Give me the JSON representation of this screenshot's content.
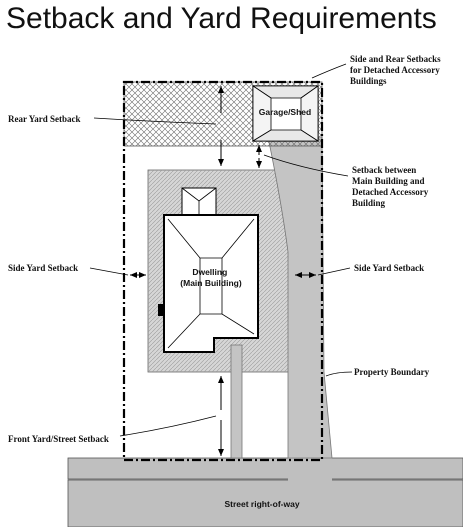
{
  "title": "Setback and Yard Requirements",
  "labels": {
    "side_rear_detached": [
      "Side and Rear Setbacks",
      "for Detached Accessory",
      "Buildings"
    ],
    "rear_yard": "Rear Yard Setback",
    "garage": "Garage/Shed",
    "between": [
      "Setback between",
      "Main Building and",
      "Detached Accessory",
      "Building"
    ],
    "side_left": "Side Yard Setback",
    "side_right": "Side Yard Setback",
    "dwelling": [
      "Dwelling",
      "(Main Building)"
    ],
    "property_boundary": "Property Boundary",
    "front_yard": "Front Yard/Street Setback",
    "street": "Street right-of-way"
  },
  "colors": {
    "street": "#bfbfbf",
    "driveway": "#c4c4c4",
    "buildable_area": "#d6d6d6",
    "boundary": "#000000"
  }
}
